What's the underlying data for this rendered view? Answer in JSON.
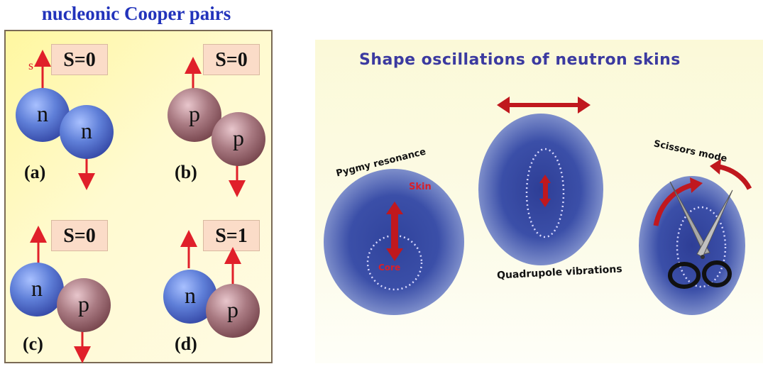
{
  "left": {
    "title": "nucleonic Cooper pairs",
    "spin_arrow_label": "s",
    "cases": [
      {
        "label": "(a)",
        "spin": "S=0",
        "first": "n",
        "second": "n"
      },
      {
        "label": "(b)",
        "spin": "S=0",
        "first": "p",
        "second": "p"
      },
      {
        "label": "(c)",
        "spin": "S=0",
        "first": "n",
        "second": "p"
      },
      {
        "label": "(d)",
        "spin": "S=1",
        "first": "n",
        "second": "p"
      }
    ],
    "colors": {
      "neutron": "#4a64c8",
      "proton": "#8a555e",
      "arrow": "#e0202a",
      "title": "#2233bb"
    }
  },
  "right": {
    "title": "Shape oscillations of neutron skins",
    "modes": [
      {
        "name": "Pygmy resonance",
        "skin_label": "Skin",
        "core_label": "Core"
      },
      {
        "name": "Quadrupole vibrations"
      },
      {
        "name": "Scissors mode"
      }
    ],
    "colors": {
      "blob": "#3b4fa8",
      "arrow": "#c0181e",
      "title": "#3b3aa0"
    },
    "icons": [
      "double-arrow-icon",
      "scissors-icon"
    ]
  }
}
